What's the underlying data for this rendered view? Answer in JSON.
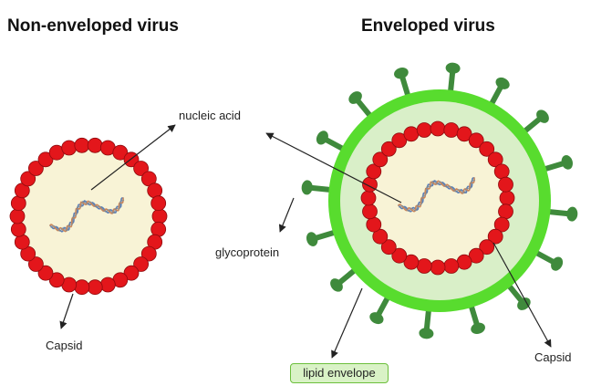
{
  "titles": {
    "non_enveloped": "Non-enveloped virus",
    "enveloped": "Enveloped virus"
  },
  "labels": {
    "nucleic_acid": "nucleic acid",
    "glycoprotein": "glycoprotein",
    "capsid_left": "Capsid",
    "capsid_right": "Capsid",
    "lipid_envelope": "lipid envelope"
  },
  "colors": {
    "capsomere_red": "#e3161b",
    "capsomere_stroke": "#8e0b0e",
    "interior_cream": "#f8f3d6",
    "envelope_green": "#58dc2e",
    "envelope_inner": "#d9efc8",
    "spike_green": "#3f8a3c",
    "arrow": "#222222"
  }
}
